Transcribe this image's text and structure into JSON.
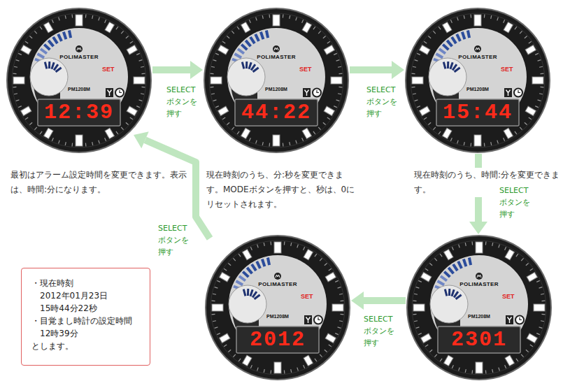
{
  "diagram": {
    "nodes": [
      {
        "text": [
          "POLIMASTER",
          "SET",
          "PM1208M",
          "12:39"
        ]
      },
      {
        "text": [
          "POLIMASTER",
          "SET",
          "PM1208M",
          "44:22"
        ]
      },
      {
        "text": [
          "POLIMASTER",
          "SET",
          "PM1208M",
          "15:44"
        ]
      },
      {
        "text": [
          "POLIMASTER",
          "SET",
          "PM1208M",
          "2301"
        ]
      },
      {
        "text": [
          "POLIMASTER",
          "SET",
          "PM1208M",
          "2012"
        ]
      },
      {
        "text": [
          "・現在時刻",
          "2012年01月23日",
          "15時44分22秒",
          "・目覚まし時計の設定時間",
          "12時39分",
          "とします。"
        ]
      }
    ],
    "edges": [
      {
        "from": 0,
        "to": 1,
        "label": "SELECT ボタンを 押す",
        "arrow": "to"
      },
      {
        "from": 1,
        "to": 2,
        "label": "SELECT ボタンを 押す",
        "arrow": "to"
      },
      {
        "from": 2,
        "to": 3,
        "label": "SELECT ボタンを 押す",
        "arrow": "to"
      },
      {
        "from": 3,
        "to": 4,
        "label": "SELECT ボタンを 押す",
        "arrow": "to"
      },
      {
        "from": 4,
        "to": 0,
        "label": "SELECT ボタンを 押す",
        "arrow": "to"
      }
    ],
    "labels": [
      "最初はアラーム設定時間を変更できます。表示は、時間:分になります。",
      "現在時刻のうち、分:秒を変更できます。MODEボタンを押すと、秒は、0にリセットされます。",
      "現在時刻のうち、時間:分を変更できます。"
    ]
  }
}
